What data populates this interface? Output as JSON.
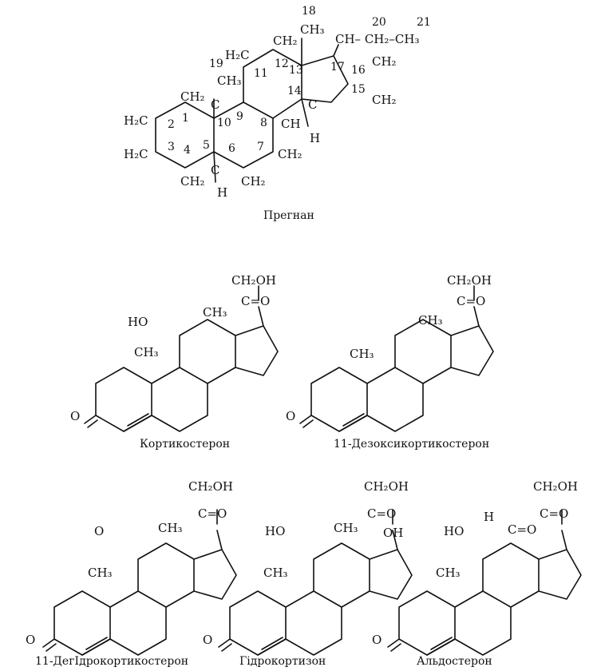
{
  "pregnane": {
    "caption": "Прегнан",
    "numbers": [
      "1",
      "2",
      "3",
      "4",
      "5",
      "6",
      "7",
      "8",
      "9",
      "10",
      "11",
      "12",
      "13",
      "14",
      "15",
      "16",
      "17",
      "18",
      "19",
      "20",
      "21"
    ],
    "groups": {
      "h2c_2": "H₂C",
      "h2c_3": "H₂C",
      "ch2_1": "CH₂",
      "ch2_4": "CH₂",
      "ch2_6": "CH₂",
      "ch2_7": "CH₂",
      "h2c_11": "H₂C",
      "ch2_12": "CH₂",
      "ch2_16": "CH₂",
      "ch2_15": "CH₂",
      "ch3_18": "CH₃",
      "ch3_19": "CH₃",
      "c10": "C",
      "c5": "C",
      "h5": "H",
      "ch8": "CH",
      "c14": "C",
      "h14": "H",
      "side_chain": "CH– CH₂–CH₃"
    }
  },
  "compounds": [
    {
      "name": "Кортикостерон",
      "groups": [
        "CH₂OH",
        "C=O",
        "CH₃",
        "CH₃",
        "HO",
        "O"
      ]
    },
    {
      "name": "11-Дезоксикортикостерон",
      "groups": [
        "CH₂OH",
        "C=O",
        "CH₃",
        "CH₃",
        "O"
      ]
    },
    {
      "name": "11-ДегІдрокортикостерон",
      "groups": [
        "CH₂OH",
        "C=O",
        "CH₃",
        "CH₃",
        "O",
        "O"
      ]
    },
    {
      "name": "Гідрокортизон",
      "groups": [
        "CH₂OH",
        "C=O",
        "CH₃",
        "CH₃",
        "HO",
        "OH",
        "O"
      ]
    },
    {
      "name": "Альдостерон",
      "groups": [
        "CH₂OH",
        "C=O",
        "H",
        "C=O",
        "HO",
        "CH₃",
        "O"
      ]
    }
  ]
}
